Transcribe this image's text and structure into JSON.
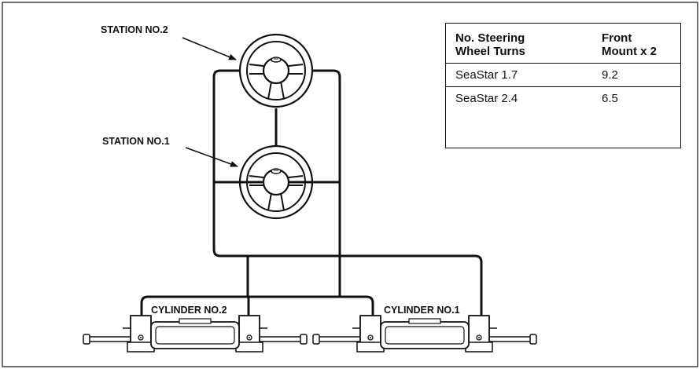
{
  "labels": {
    "station_2": "STATION NO.2",
    "station_1": "STATION NO.1",
    "cylinder_2": "CYLINDER NO.2",
    "cylinder_1": "CYLINDER NO.1"
  },
  "table": {
    "headers": [
      "No. Steering",
      "Wheel Turns",
      "Front",
      "Mount x 2"
    ],
    "rows": [
      {
        "model": "SeaStar 1.7",
        "value": "9.2"
      },
      {
        "model": "SeaStar 2.4",
        "value": "6.5"
      }
    ]
  },
  "icons": [
    "steering-wheel-icon",
    "hydraulic-cylinder-icon"
  ],
  "colors": {
    "line": "#111111",
    "background": "#ffffff"
  }
}
